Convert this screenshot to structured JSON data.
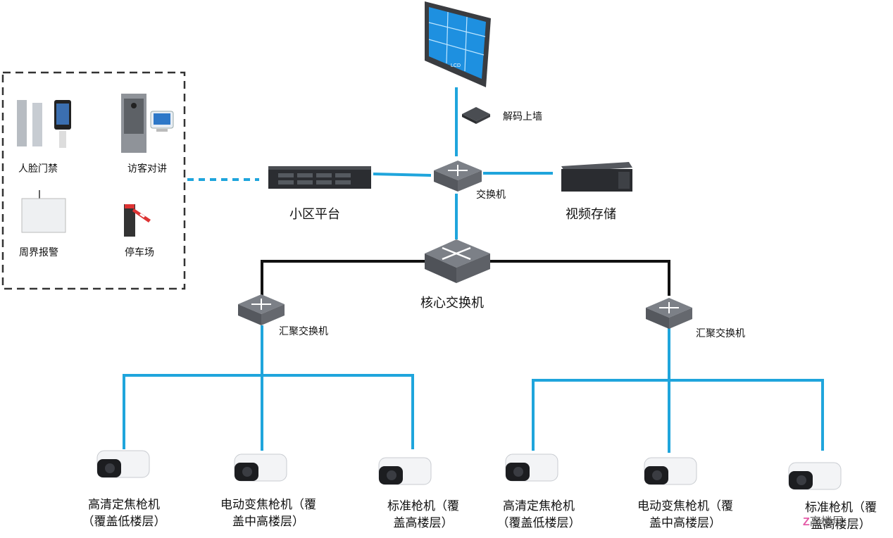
{
  "subsystems": {
    "face_access": "人脸门禁",
    "visitor_intercom": "访客对讲",
    "perimeter_alarm": "周界报警",
    "parking": "停车场"
  },
  "top": {
    "lcd_text": "LCD",
    "decoder_label": "解码上墙",
    "switch_label": "交换机",
    "platform_label": "小区平台",
    "storage_label": "视频存储"
  },
  "core": {
    "core_switch_label": "核心交换机",
    "agg_left_label": "汇聚交换机",
    "agg_right_label": "汇聚交换机"
  },
  "cameras": [
    {
      "line1": "高清定焦枪机",
      "line2": "（覆盖低楼层）"
    },
    {
      "line1": "电动变焦枪机（覆",
      "line2": "盖中高楼层）"
    },
    {
      "line1": "标准枪机（覆",
      "line2": "盖高楼层）"
    },
    {
      "line1": "高清定焦枪机",
      "line2": "（覆盖低楼层）"
    },
    {
      "line1": "电动变焦枪机（覆",
      "line2": "盖中高楼层）"
    },
    {
      "line1": "标准枪机（覆",
      "line2": "盖高楼层）"
    }
  ],
  "watermark": {
    "text": "高楼层"
  },
  "colors": {
    "link_blue": "#1fa5dc",
    "trunk_black": "#111111",
    "device_gray": "#6b6f75"
  }
}
